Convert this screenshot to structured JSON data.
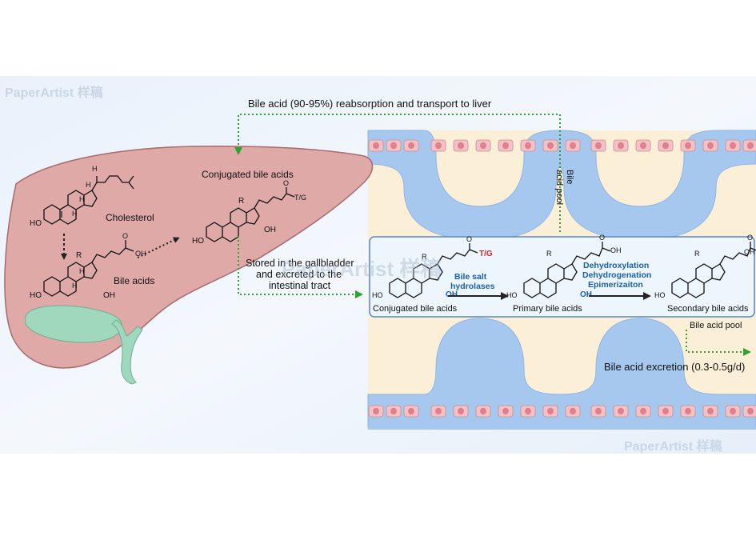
{
  "watermarks": {
    "top_left": "PaperArtist 样稿",
    "center": "PaperArtist 样稿",
    "bottom_right": "PaperArtist 样稿"
  },
  "labels": {
    "reabsorption": "Bile acid (90-95%) reabsorption and transport to liver",
    "conjugated_liver": "Conjugated bile acids",
    "cholesterol": "Cholesterol",
    "bile_acids": "Bile acids",
    "stored_line1": "Stored in the gallbladder",
    "stored_line2": "and excreted to the",
    "stored_line3": "intestinal tract",
    "bile_acid_pool_vertical_1": "Bile",
    "bile_acid_pool_vertical_2": "acid pool",
    "conjugated_box": "Conjugated bile acids",
    "primary": "Primary bile acids",
    "secondary": "Secondary bile acids",
    "enzyme1_line1": "Bile salt",
    "enzyme1_line2": "hydrolases",
    "enzyme2_line1": "Dehydroxylation",
    "enzyme2_line2": "Dehydrogenation",
    "enzyme2_line3": "Epimerizaiton",
    "bile_acid_pool": "Bile acid pool",
    "excretion": "Bile acid excretion (0.3-0.5g/d)"
  },
  "chem": {
    "HO": "HO",
    "OH": "OH",
    "H": "H",
    "R": "R",
    "O": "O",
    "TG": "T/G"
  },
  "colors": {
    "liver_fill": "#dfa9a8",
    "liver_stroke": "#a56b6d",
    "gallbladder": "#9fd8bd",
    "arrow_green": "#2ea12e",
    "box_stroke": "#5b86c4",
    "enzyme_blue": "#1a5fa8",
    "tg_red": "#d62a2a",
    "mucosa": "#a7c8ee",
    "cell_fill": "#f3c2c6",
    "nucleus": "#e0808c",
    "intestine_bg": "#fbefd7"
  }
}
